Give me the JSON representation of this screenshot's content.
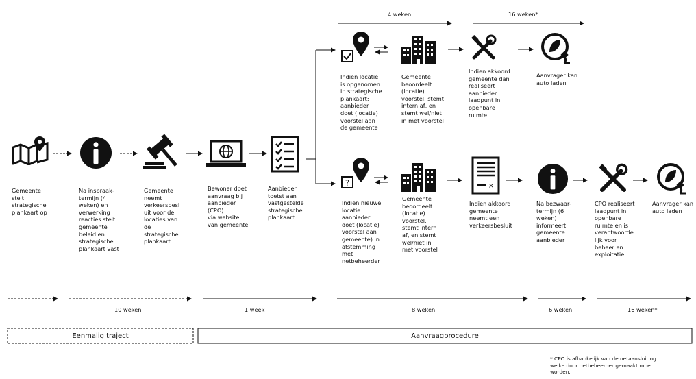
{
  "top_timeline": {
    "weeks_a": "4 weken",
    "weeks_b": "16 weken*"
  },
  "steps": [
    {
      "label": "Gemeente\nstelt\nstrategische\nplankaart op",
      "icon": "map-pin-icon"
    },
    {
      "label": "Na inspraak-\ntermijn (4\nweken) en\nverwerking\nreacties stelt\ngemeente\nbeleid en\nstrategische\nplankaart vast",
      "icon": "info-icon"
    },
    {
      "label": "Gemeente\nneemt\nverkeersbesl\nuit voor de\nlocaties van\nde\nstrategische\nplankaart",
      "icon": "gavel-icon"
    },
    {
      "label": "Bewoner doet\naanvraag bij\naanbieder\n(CPO)\nvia website\nvan gemeente",
      "icon": "laptop-globe-icon"
    },
    {
      "label": "Aanbieder\ntoetst aan\nvastgestelde\nstrategische\nplankaart",
      "icon": "checklist-icon"
    }
  ],
  "upper_branch": [
    {
      "label": "Indien locatie\nis opgenomen\nin strategische\nplankaart:\naanbieder\ndoet (locatie)\nvoorstel aan\nde gemeente",
      "icon": "location-check-icon"
    },
    {
      "label": "Gemeente\nbeoordeelt\n(locatie)\nvoorstel,  stemt\nintern af, en\nstemt wel/niet\nin met voorstel",
      "icon": "buildings-icon"
    },
    {
      "label": "Indien akkoord\ngemeente dan\nrealiseert\naanbieder\nlaadpunt in\nopenbare\nruimte",
      "icon": "tools-icon"
    },
    {
      "label": "Aanvrager kan\nauto laden",
      "icon": "ev-plug-icon"
    }
  ],
  "lower_branch": [
    {
      "label": "Indien nieuwe\nlocatie:\naanbieder\ndoet (locatie)\nvoorstel aan\ngemeente) in\nafstemming\nmet\nnetbeheerder",
      "icon": "location-question-icon"
    },
    {
      "label": "Gemeente\nbeoordeelt\n(locatie)\nvoorstel,\nstemt intern\naf, en stemt\nwel/niet in\nmet voorstel",
      "icon": "buildings-icon"
    },
    {
      "label": "Indien akkoord\ngemeente\nneemt een\nverkeersbesluit",
      "icon": "document-icon"
    },
    {
      "label": "Na bezwaar-\ntermijn (6\nweken)\ninformeert\ngemeente\naanbieder",
      "icon": "info-icon"
    },
    {
      "label": "CPO realiseert\nlaadpunt in\nopenbare\nruimte en is\nverantwoorde\nlijk voor\nbeheer en\nexploitatie",
      "icon": "tools-icon"
    },
    {
      "label": "Aanvrager kan\nauto laden",
      "icon": "ev-plug-icon"
    }
  ],
  "bottom_timeline": {
    "d1": "10  weken",
    "d2": "1 week",
    "d3": "8 weken",
    "d4": "6 weken",
    "d5": "16 weken*"
  },
  "phases": {
    "one_time": "Eenmalig traject",
    "request": "Aanvraagprocedure"
  },
  "footnote": "* CPO is afhankelijk van de netaansluiting\nwelke door netbeheerder gemaakt moet\nworden."
}
